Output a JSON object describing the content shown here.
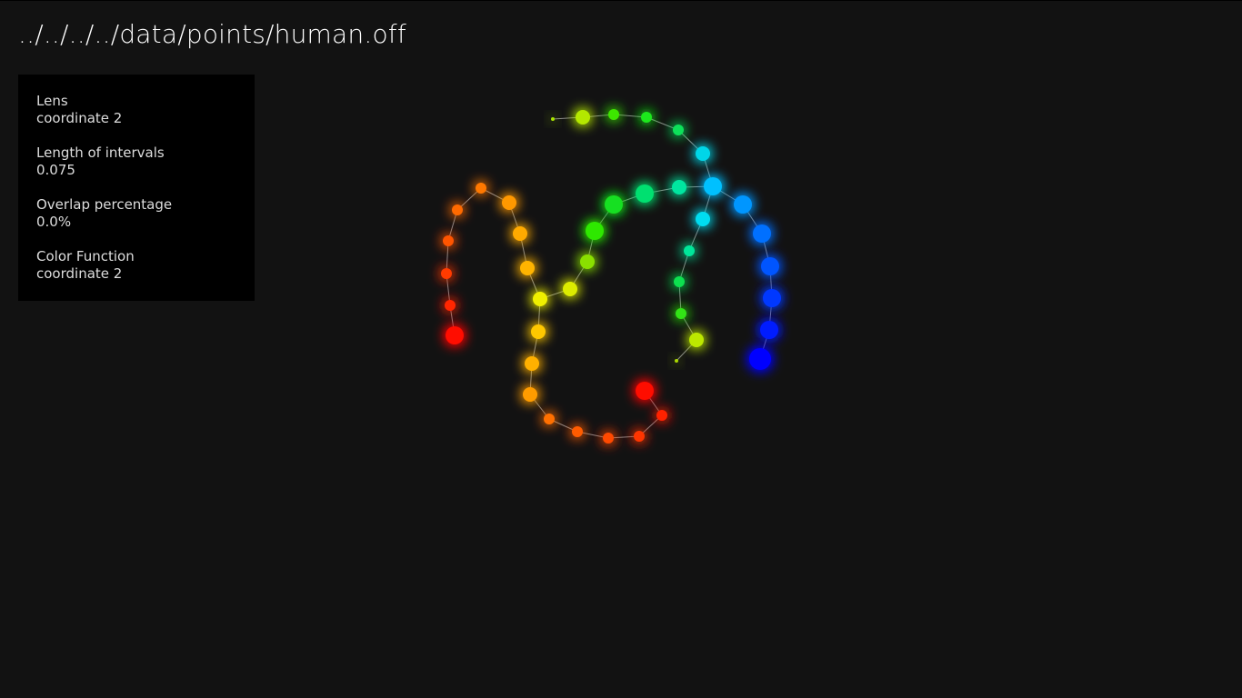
{
  "header": {
    "file_path": "../../../../data/points/human.off"
  },
  "panel": {
    "lens": {
      "label": "Lens",
      "value": "coordinate 2"
    },
    "interval_length": {
      "label": "Length of intervals",
      "value": "0.075"
    },
    "overlap": {
      "label": "Overlap percentage",
      "value": "0.0%"
    },
    "color_function": {
      "label": "Color Function",
      "value": "coordinate 2"
    }
  },
  "graph": {
    "edge_color": "#8a8a8a",
    "background_color": "#121212"
  }
}
